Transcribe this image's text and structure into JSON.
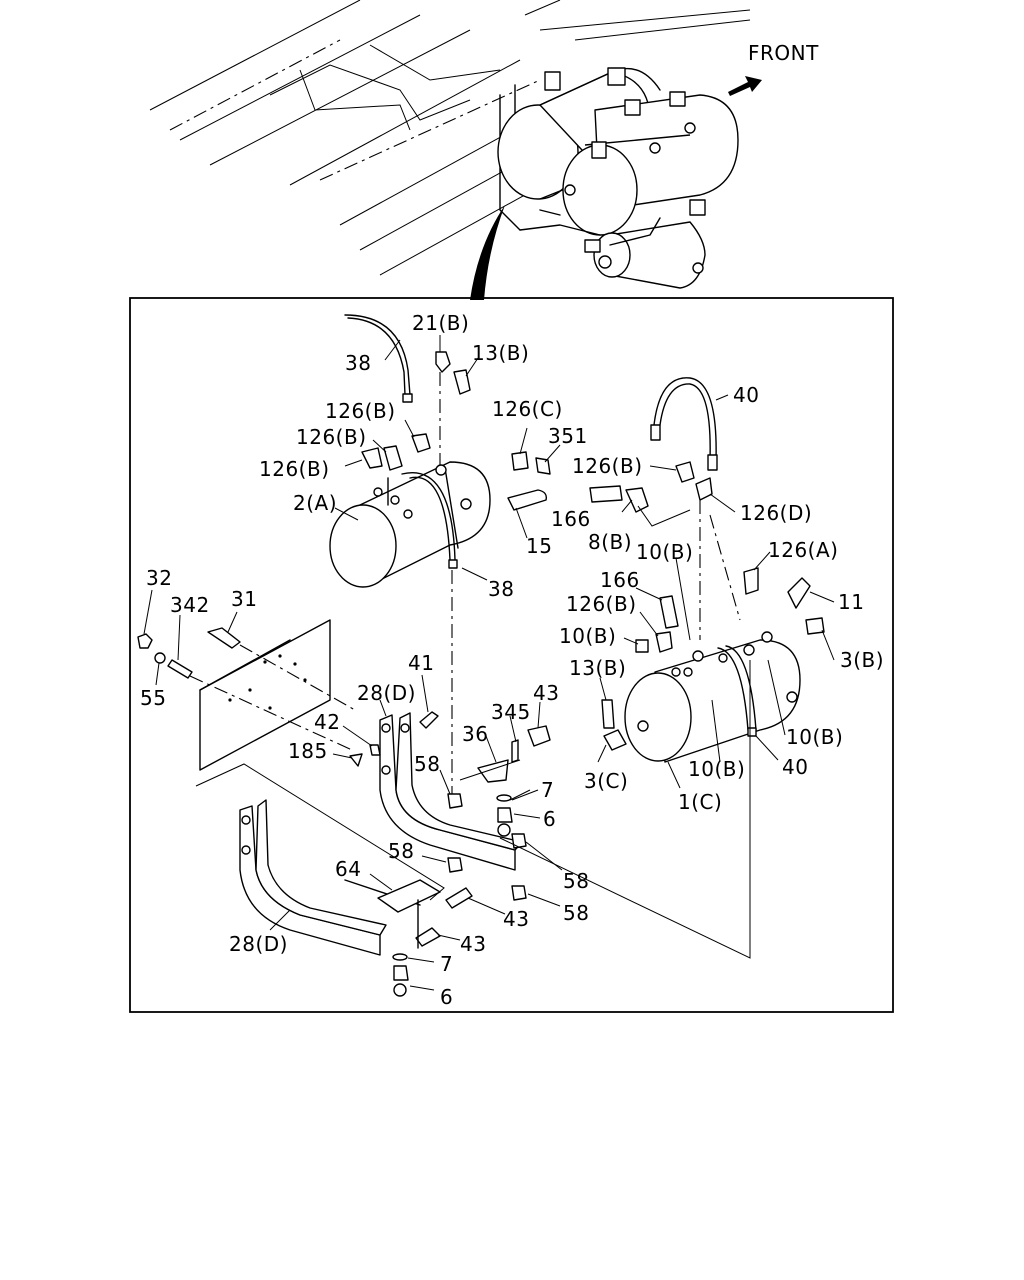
{
  "direction_label": "FRONT",
  "callouts": [
    {
      "id": "c-21b",
      "text": "21(B)"
    },
    {
      "id": "c-13b-top",
      "text": "13(B)"
    },
    {
      "id": "c-38-top",
      "text": "38"
    },
    {
      "id": "c-126b-1",
      "text": "126(B)"
    },
    {
      "id": "c-126b-2",
      "text": "126(B)"
    },
    {
      "id": "c-126b-3",
      "text": "126(B)"
    },
    {
      "id": "c-126c",
      "text": "126(C)"
    },
    {
      "id": "c-351",
      "text": "351"
    },
    {
      "id": "c-2a",
      "text": "2(A)"
    },
    {
      "id": "c-15",
      "text": "15"
    },
    {
      "id": "c-38-bot",
      "text": "38"
    },
    {
      "id": "c-40-top",
      "text": "40"
    },
    {
      "id": "c-126b-4",
      "text": "126(B)"
    },
    {
      "id": "c-126d",
      "text": "126(D)"
    },
    {
      "id": "c-166-1",
      "text": "166"
    },
    {
      "id": "c-8b",
      "text": "8(B)"
    },
    {
      "id": "c-10b-1",
      "text": "10(B)"
    },
    {
      "id": "c-126a",
      "text": "126(A)"
    },
    {
      "id": "c-166-2",
      "text": "166"
    },
    {
      "id": "c-11",
      "text": "11"
    },
    {
      "id": "c-126b-5",
      "text": "126(B)"
    },
    {
      "id": "c-10b-2",
      "text": "10(B)"
    },
    {
      "id": "c-3b",
      "text": "3(B)"
    },
    {
      "id": "c-13b-mid",
      "text": "13(B)"
    },
    {
      "id": "c-10b-3",
      "text": "10(B)"
    },
    {
      "id": "c-40-bot",
      "text": "40"
    },
    {
      "id": "c-10b-4",
      "text": "10(B)"
    },
    {
      "id": "c-3c",
      "text": "3(C)"
    },
    {
      "id": "c-1c",
      "text": "1(C)"
    },
    {
      "id": "c-32",
      "text": "32"
    },
    {
      "id": "c-342",
      "text": "342"
    },
    {
      "id": "c-31",
      "text": "31"
    },
    {
      "id": "c-55",
      "text": "55"
    },
    {
      "id": "c-41",
      "text": "41"
    },
    {
      "id": "c-28d-top",
      "text": "28(D)"
    },
    {
      "id": "c-42",
      "text": "42"
    },
    {
      "id": "c-185",
      "text": "185"
    },
    {
      "id": "c-43-1",
      "text": "43"
    },
    {
      "id": "c-345",
      "text": "345"
    },
    {
      "id": "c-36",
      "text": "36"
    },
    {
      "id": "c-58-1",
      "text": "58"
    },
    {
      "id": "c-7-1",
      "text": "7"
    },
    {
      "id": "c-6-1",
      "text": "6"
    },
    {
      "id": "c-58-2",
      "text": "58"
    },
    {
      "id": "c-58-3",
      "text": "58"
    },
    {
      "id": "c-64",
      "text": "64"
    },
    {
      "id": "c-58-4",
      "text": "58"
    },
    {
      "id": "c-43-2",
      "text": "43"
    },
    {
      "id": "c-43-3",
      "text": "43"
    },
    {
      "id": "c-28d-bot",
      "text": "28(D)"
    },
    {
      "id": "c-7-2",
      "text": "7"
    },
    {
      "id": "c-6-2",
      "text": "6"
    }
  ]
}
